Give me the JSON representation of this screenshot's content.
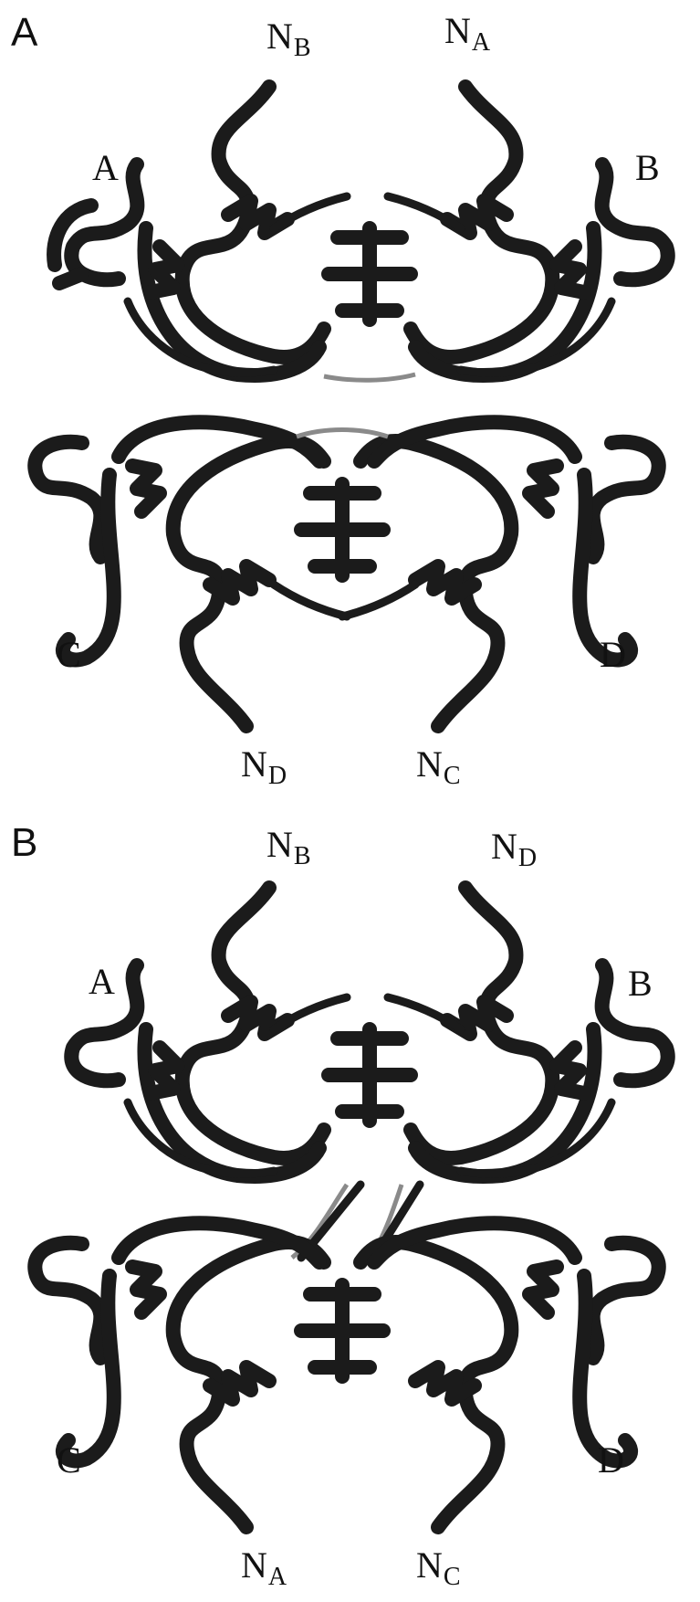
{
  "panels": [
    {
      "letter": "A",
      "labels": {
        "n_top_left": {
          "main": "N",
          "sub": "B"
        },
        "n_top_right": {
          "main": "N",
          "sub": "A"
        },
        "chain_top_left": "A",
        "chain_top_right": "B",
        "chain_bottom_left": "C",
        "chain_bottom_right": "D",
        "n_bottom_left": {
          "main": "N",
          "sub": "D"
        },
        "n_bottom_right": {
          "main": "N",
          "sub": "C"
        }
      }
    },
    {
      "letter": "B",
      "labels": {
        "n_top_left": {
          "main": "N",
          "sub": "B"
        },
        "n_top_right": {
          "main": "N",
          "sub": "D"
        },
        "chain_top_left": "A",
        "chain_top_right": "B",
        "chain_bottom_left": "C",
        "chain_bottom_right": "D",
        "n_bottom_left": {
          "main": "N",
          "sub": "A"
        },
        "n_bottom_right": {
          "main": "N",
          "sub": "C"
        }
      }
    }
  ],
  "colors": {
    "ribbon": "#1b1b1b",
    "linker": "#8a8a8a",
    "background": "#ffffff"
  }
}
